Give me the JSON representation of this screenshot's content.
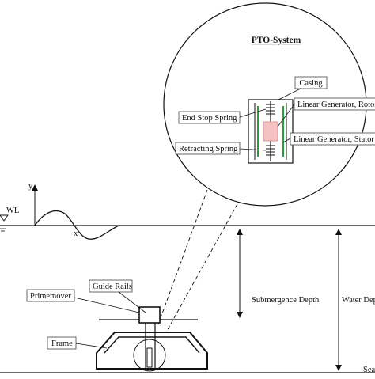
{
  "pto_system": {
    "title": "PTO-System",
    "labels": {
      "casing": "Casing",
      "rotor": "Linear Generator, Rotor",
      "stator": "Linear Generator, Stator",
      "end_stop_spring": "End Stop Spring",
      "retracting_spring": "Retracting Spring"
    }
  },
  "axes": {
    "y_label": "y",
    "x_label": "x",
    "water_level_label": "WL"
  },
  "labels": {
    "guide_rails": "Guide Rails",
    "primemover": "Primemover",
    "frame": "Frame",
    "submergence_depth": "Submergence Depth",
    "water_depth": "Water Depth",
    "seabed": "Seabed"
  },
  "colors": {
    "stroke": "#111111",
    "generator_rotor": "#f4c2c2",
    "stator_bars": "#2e9e3a",
    "label_box_border": "#444444"
  }
}
